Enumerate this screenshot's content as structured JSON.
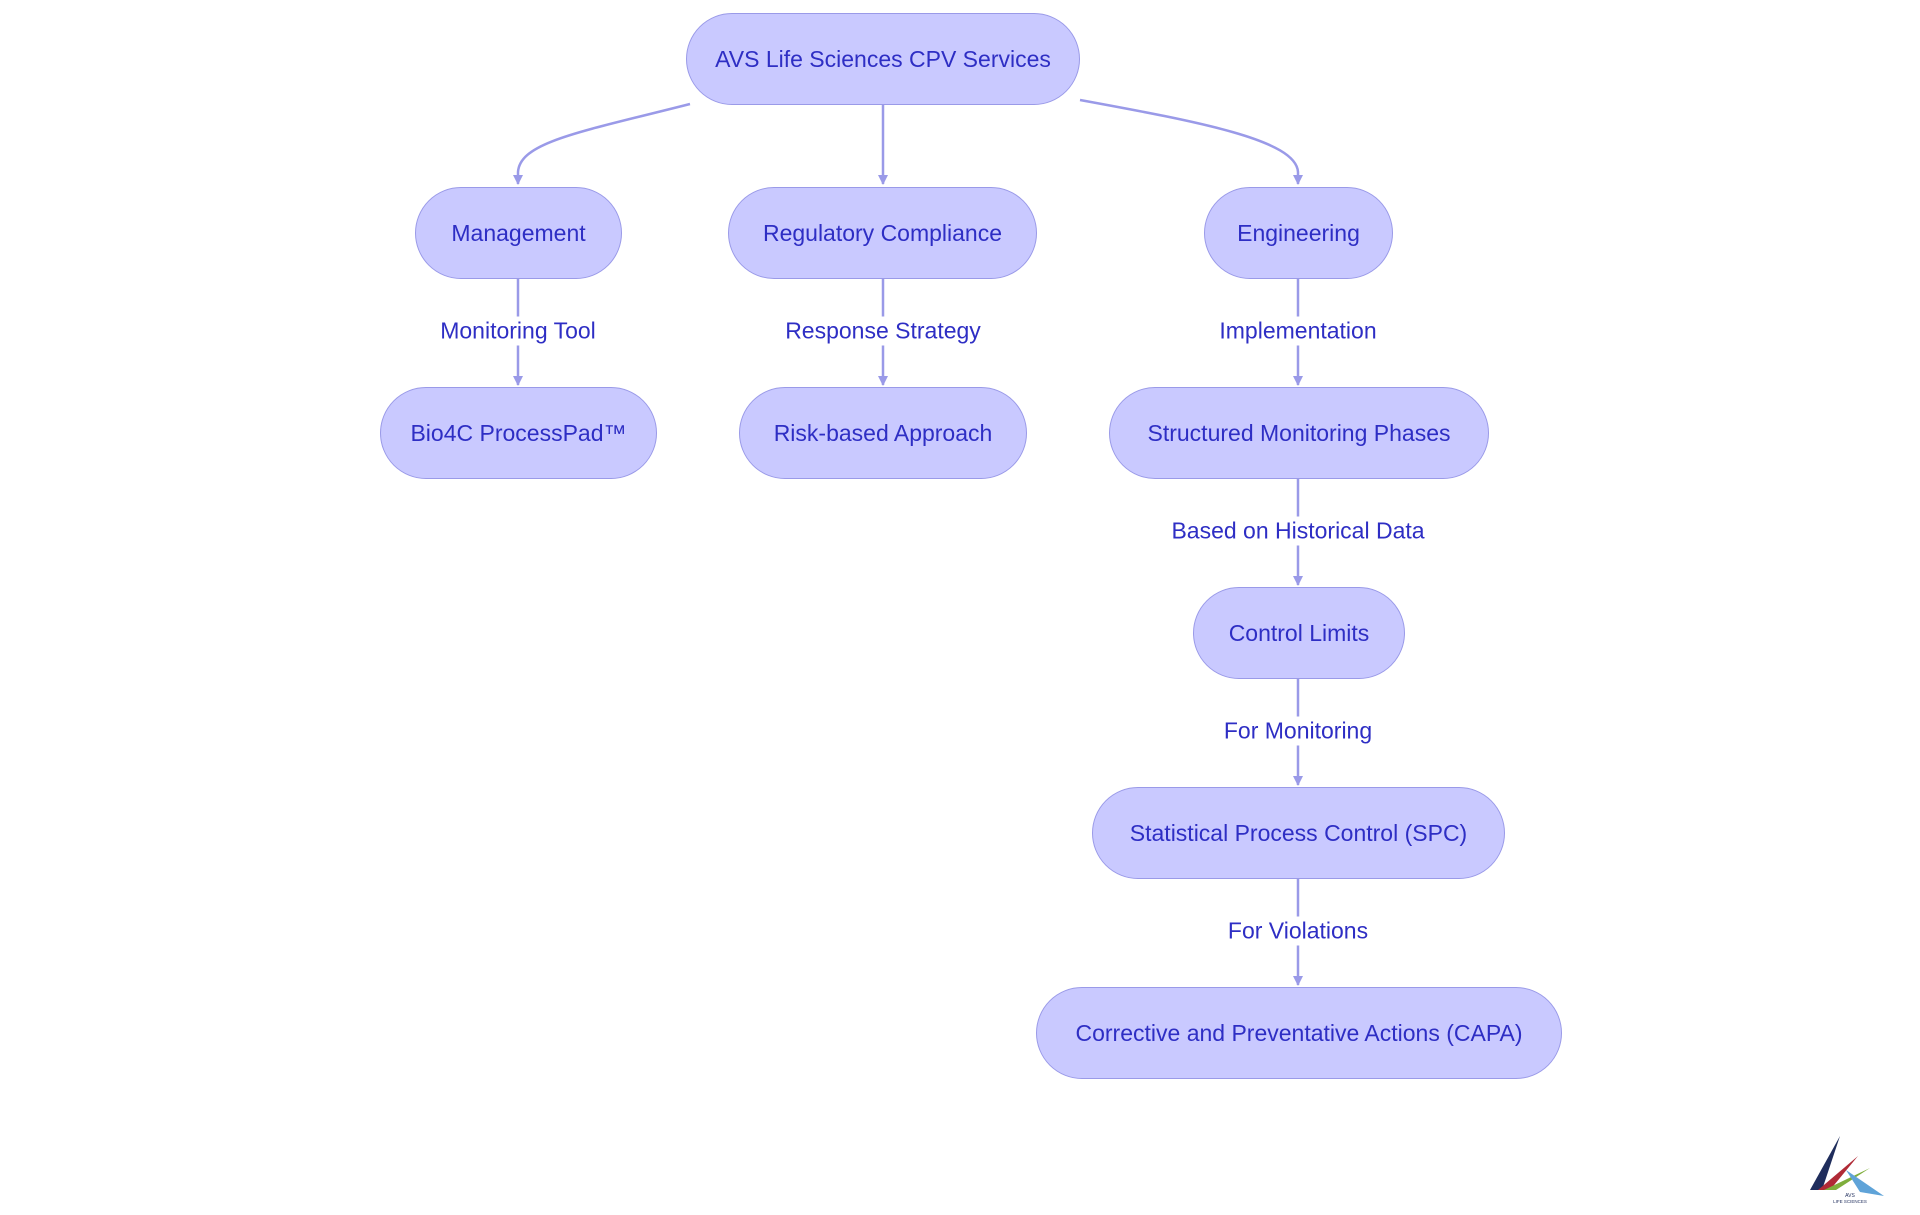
{
  "nodes": {
    "root": "AVS Life Sciences CPV Services",
    "management": "Management",
    "regulatory": "Regulatory Compliance",
    "engineering": "Engineering",
    "bio4c": "Bio4C ProcessPad™",
    "risk": "Risk-based Approach",
    "structured": "Structured Monitoring Phases",
    "control_limits": "Control Limits",
    "spc": "Statistical Process Control (SPC)",
    "capa": "Corrective and Preventative Actions (CAPA)"
  },
  "edge_labels": {
    "monitoring_tool": "Monitoring Tool",
    "response_strategy": "Response Strategy",
    "implementation": "Implementation",
    "historical_data": "Based on Historical Data",
    "for_monitoring": "For Monitoring",
    "for_violations": "For Violations"
  },
  "logo": {
    "text_line1": "AVS",
    "text_line2": "LIFE SCIENCES"
  },
  "colors": {
    "node_fill": "#c9c9ff",
    "node_border": "#9a9ae8",
    "text": "#2e2ec4",
    "edge": "#9a9ae8"
  }
}
